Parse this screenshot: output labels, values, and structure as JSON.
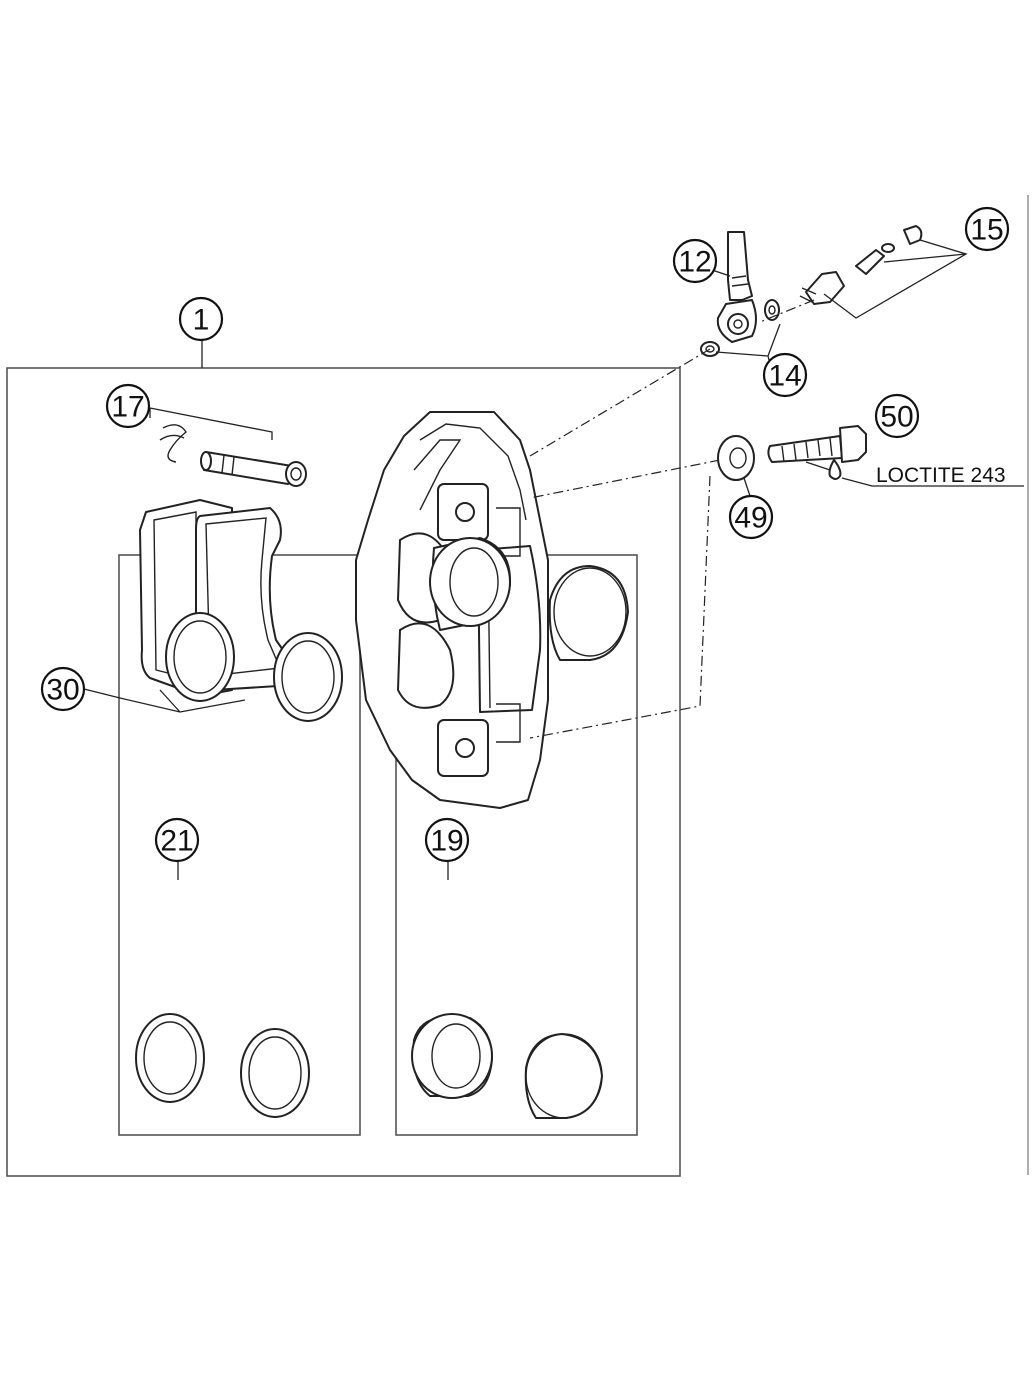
{
  "callouts": {
    "c1": "1",
    "c12": "12",
    "c14": "14",
    "c15": "15",
    "c17": "17",
    "c19": "19",
    "c21": "21",
    "c30": "30",
    "c49": "49",
    "c50": "50"
  },
  "notes": {
    "loctite": "LOCTITE 243"
  },
  "colors": {
    "line": "#222222",
    "background": "#ffffff"
  }
}
